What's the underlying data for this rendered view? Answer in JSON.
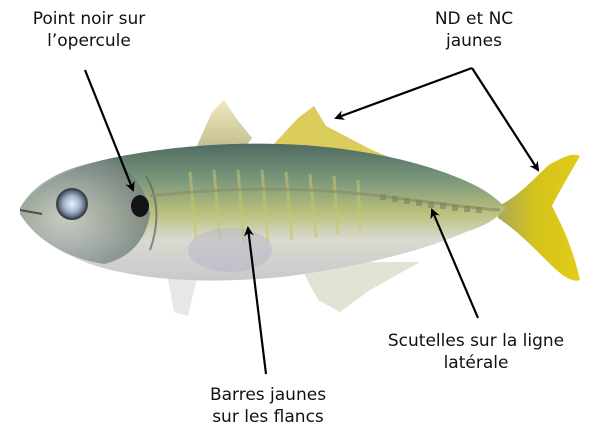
{
  "annotations": {
    "operculum_spot": {
      "line1": "Point noir sur",
      "line2": "l’opercule"
    },
    "yellow_fins": {
      "line1": "ND et NC",
      "line2": "jaunes"
    },
    "lateral_scutes": {
      "line1": "Scutelles sur la ligne",
      "line2": "latérale"
    },
    "flank_bars": {
      "line1": "Barres jaunes",
      "line2": "sur les flancs"
    }
  },
  "colors": {
    "background": "#ffffff",
    "text": "#111111",
    "arrow": "#000000",
    "fin_yellow": "#d6c21a",
    "body_back": "#6f8a7a",
    "body_belly": "#dcdcd6"
  }
}
